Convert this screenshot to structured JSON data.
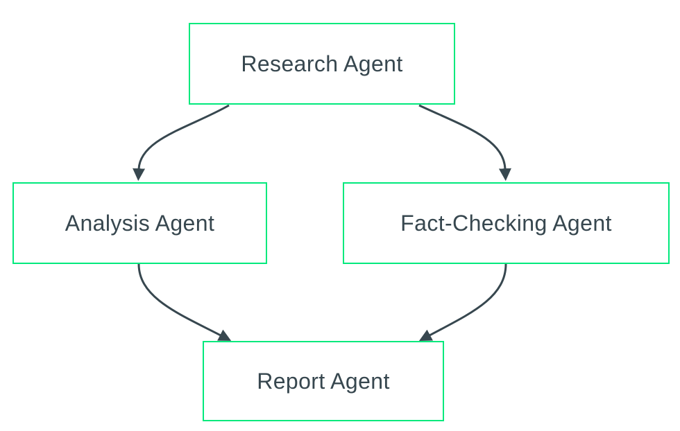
{
  "diagram": {
    "type": "flowchart",
    "direction": "top-down",
    "nodes": [
      {
        "id": "research",
        "label": "Research Agent"
      },
      {
        "id": "analysis",
        "label": "Analysis Agent"
      },
      {
        "id": "fact_checking",
        "label": "Fact-Checking Agent"
      },
      {
        "id": "report",
        "label": "Report Agent"
      }
    ],
    "edges": [
      {
        "from": "research",
        "to": "analysis"
      },
      {
        "from": "research",
        "to": "fact_checking"
      },
      {
        "from": "analysis",
        "to": "report"
      },
      {
        "from": "fact_checking",
        "to": "report"
      }
    ],
    "colors": {
      "node_border": "#00e97c",
      "node_fill": "#ffffff",
      "text": "#37474f",
      "edge": "#37474f",
      "background": "#ffffff"
    }
  }
}
